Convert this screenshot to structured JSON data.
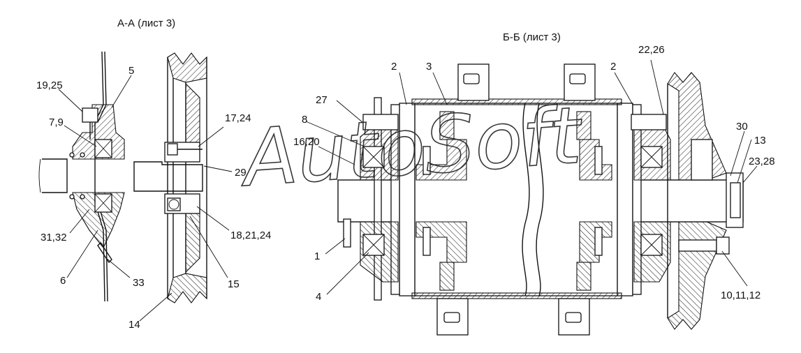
{
  "views": {
    "left_title": "А-А (лист 3)",
    "right_title": "Б-Б (лист 3)"
  },
  "watermark": "AutoSoft",
  "callouts": {
    "c19_25": "19,25",
    "c5": "5",
    "c7_9": "7,9",
    "c17_24": "17,24",
    "c29": "29",
    "c31_32": "31,32",
    "c18_21_24": "18,21,24",
    "c6": "6",
    "c33": "33",
    "c15": "15",
    "c14": "14",
    "c27": "27",
    "c2a": "2",
    "c3": "3",
    "c2b": "2",
    "c22_26": "22,26",
    "c8": "8",
    "c16_20": "16,20",
    "c30": "30",
    "c13": "13",
    "c23_28": "23,28",
    "c1": "1",
    "c4": "4",
    "c10_11_12": "10,11,12"
  }
}
